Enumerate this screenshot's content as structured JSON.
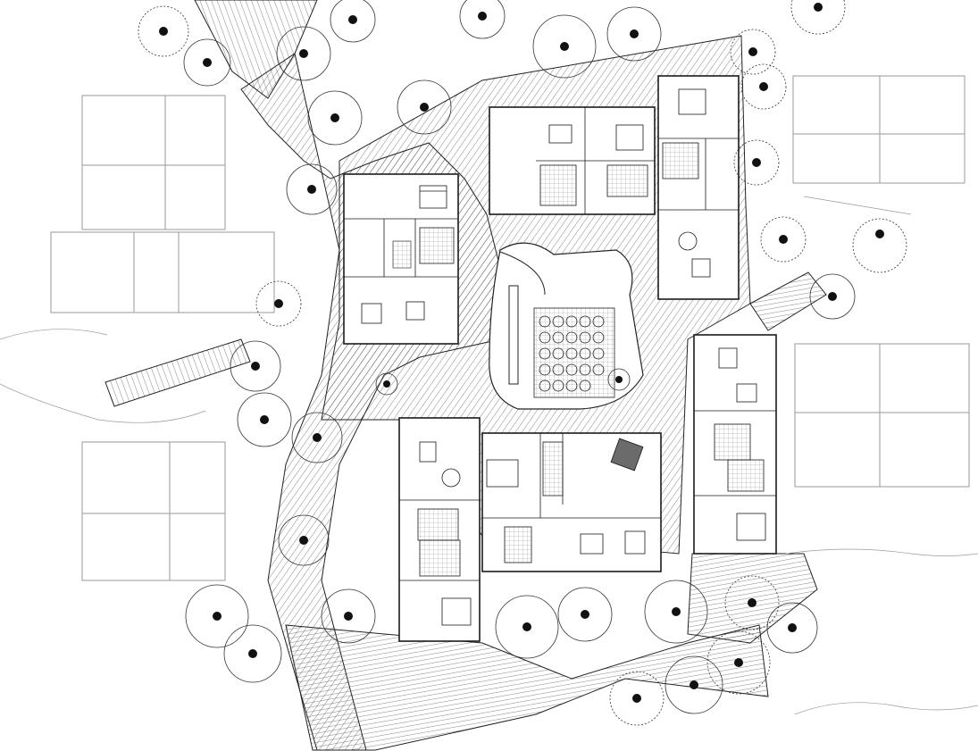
{
  "drawing": {
    "type": "architectural site plan",
    "style": "black line drawing on white",
    "colors": {
      "ink": "#1a1a1a",
      "faint": "#9a9a9a",
      "paper": "#ffffff",
      "fill": "#6b6b6b"
    }
  },
  "elements": {
    "houses": [
      "house-west",
      "house-north",
      "house-northeast",
      "house-east",
      "house-south-west",
      "house-south-central"
    ],
    "neighbor_outlines": [
      "neighbor-left-1",
      "neighbor-left-2",
      "neighbor-left-3",
      "neighbor-right-1",
      "neighbor-right-2"
    ],
    "icons": [
      "tree-icon",
      "table-icon",
      "bed-icon",
      "sofa-icon",
      "stair-icon",
      "courtyard-garden-icon"
    ]
  }
}
